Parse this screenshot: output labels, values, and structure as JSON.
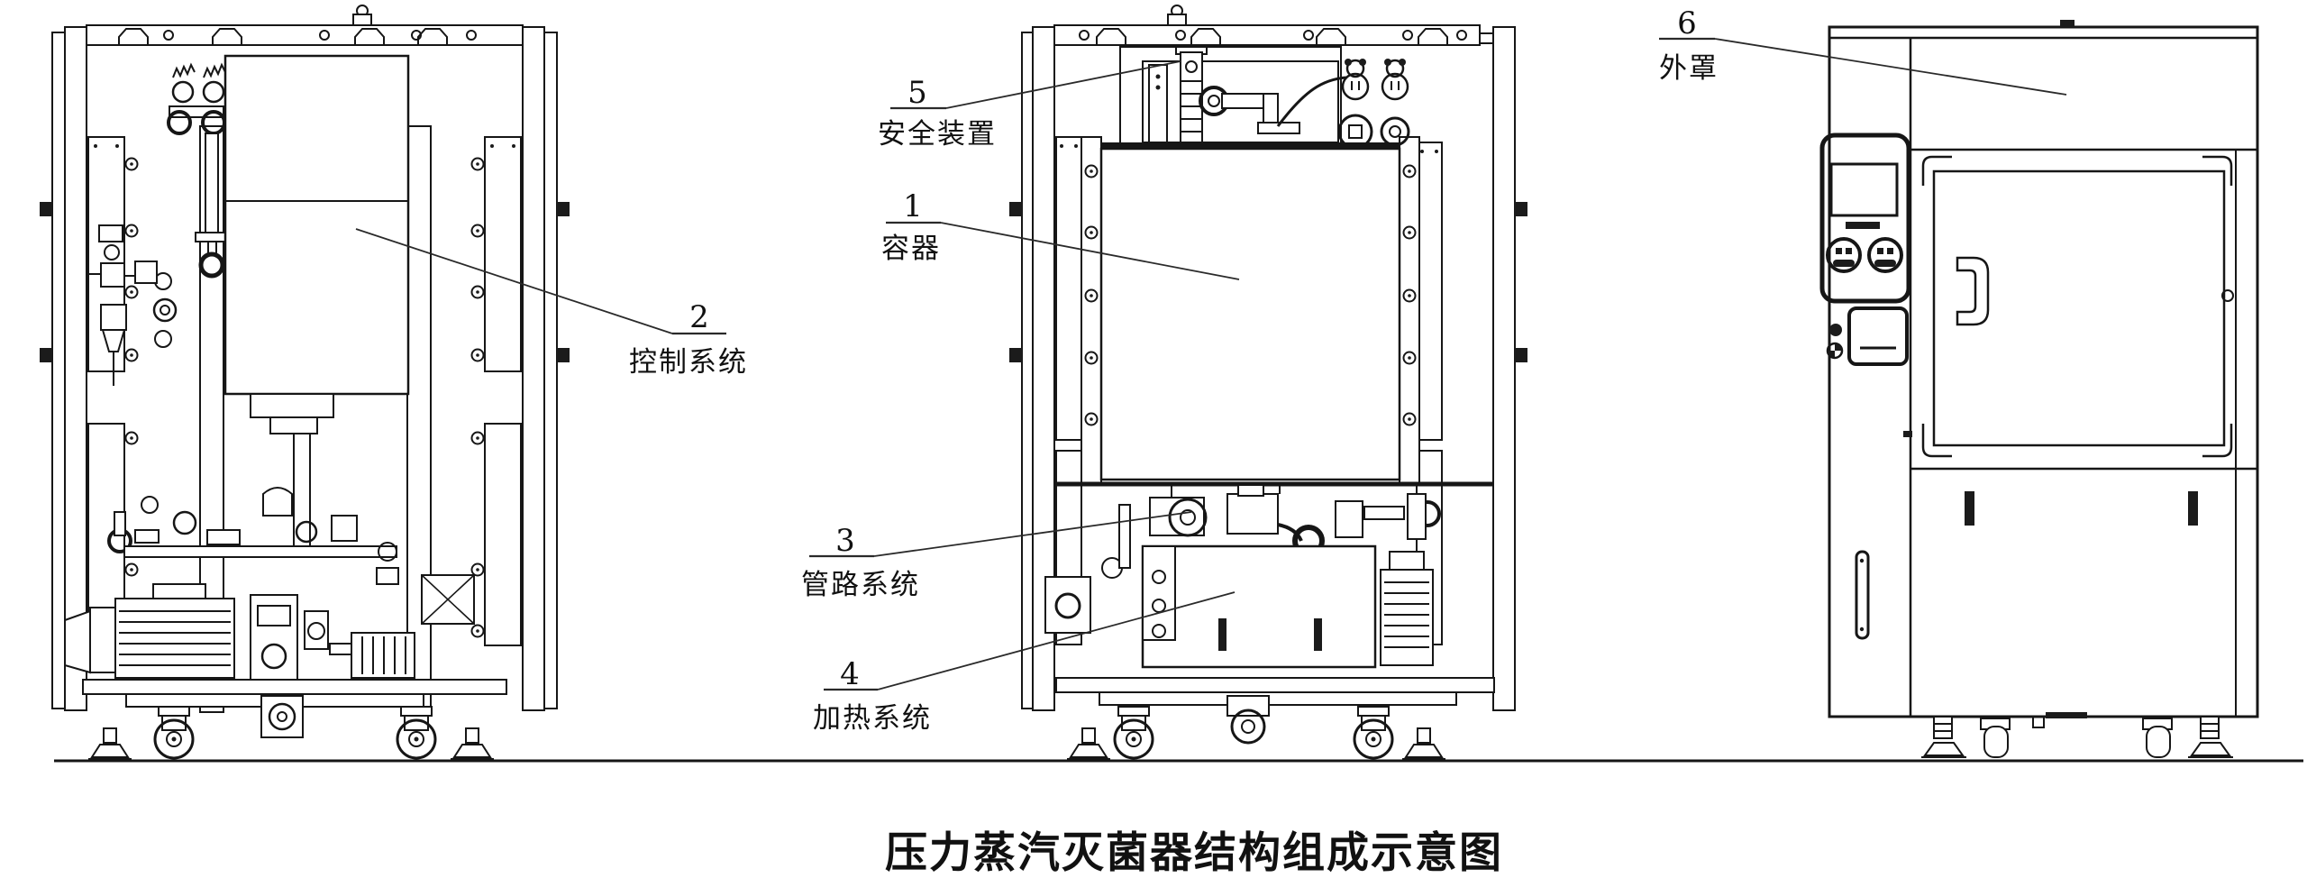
{
  "figure": {
    "title": "压力蒸汽灭菌器结构组成示意图",
    "callouts": [
      {
        "num": "1",
        "label": "容器"
      },
      {
        "num": "2",
        "label": "控制系统"
      },
      {
        "num": "3",
        "label": "管路系统"
      },
      {
        "num": "4",
        "label": "加热系统"
      },
      {
        "num": "5",
        "label": "安全装置"
      },
      {
        "num": "6",
        "label": "外罩"
      }
    ],
    "colors": {
      "ink": "#161616",
      "background": "#ffffff"
    }
  }
}
